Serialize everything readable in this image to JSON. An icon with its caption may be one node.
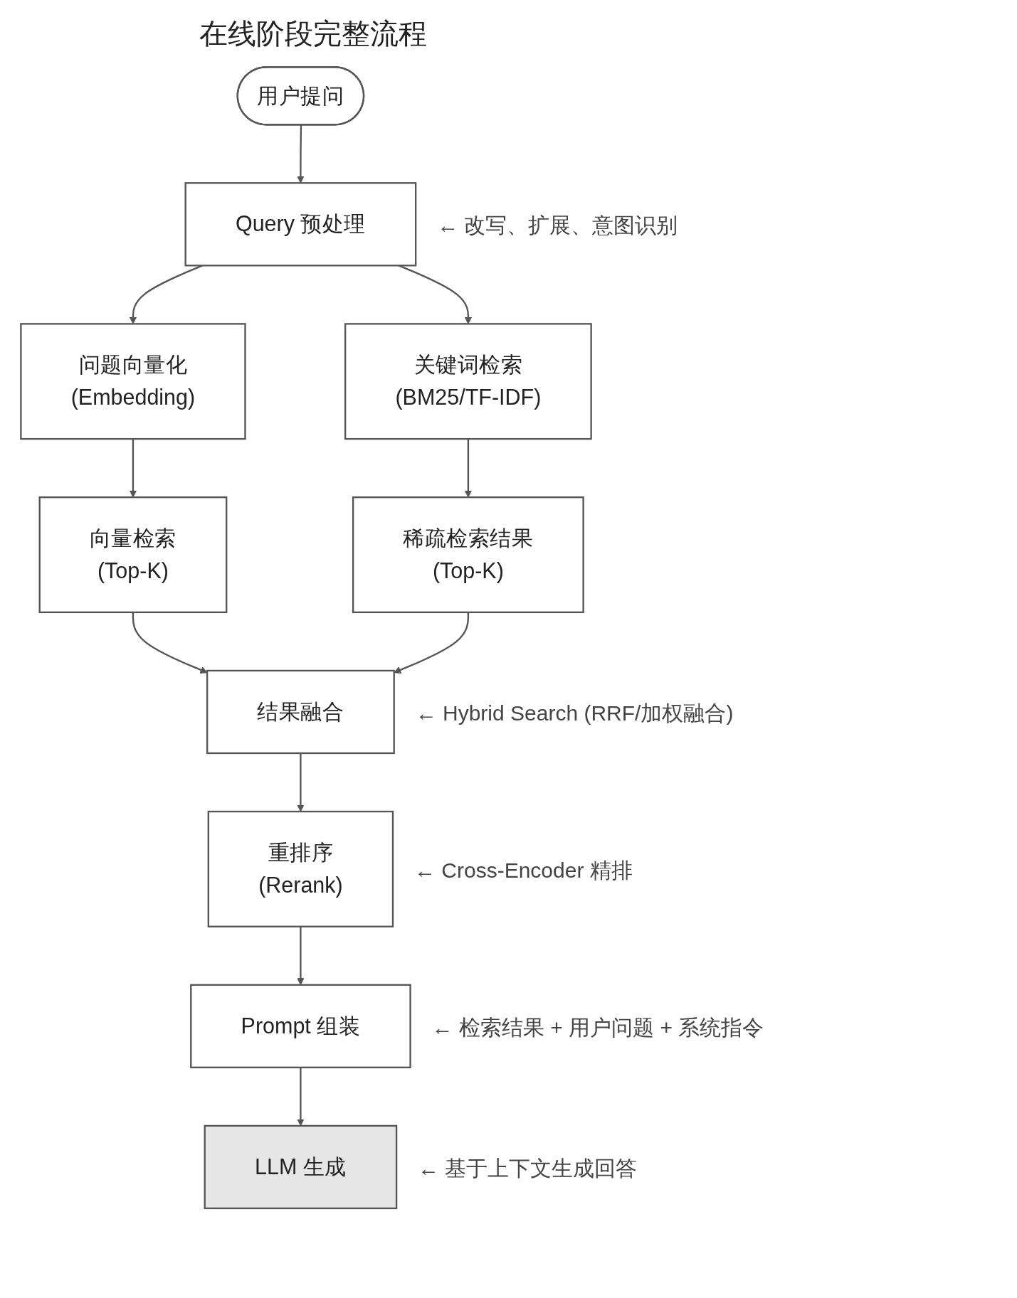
{
  "diagram": {
    "title": "在线阶段完整流程",
    "nodes": [
      {
        "text": [
          "用户提问"
        ]
      },
      {
        "text": [
          "Query 预处理"
        ],
        "beside": [
          "← 改写、扩展、意图识别"
        ]
      },
      {
        "text": [
          "问题向量化",
          "(Embedding)"
        ]
      },
      {
        "text": [
          "关键词检索",
          "(BM25/TF-IDF)"
        ]
      },
      {
        "text": [
          "向量检索",
          "(Top-K)"
        ]
      },
      {
        "text": [
          "稀疏检索结果",
          "(Top-K)"
        ]
      },
      {
        "text": [
          "结果融合"
        ],
        "beside": [
          "← Hybrid Search (RRF/加权融合)"
        ]
      },
      {
        "text": [
          "重排序",
          "(Rerank)"
        ],
        "beside": [
          "← Cross-Encoder 精排"
        ]
      },
      {
        "text": [
          "Prompt 组装"
        ],
        "beside": [
          "← 检索结果 + 用户问题 + 系统指令"
        ]
      },
      {
        "text": [
          "LLM 生成"
        ],
        "beside": [
          "← 基于上下文生成回答"
        ]
      }
    ],
    "edges": [
      {
        "from": 0,
        "to": 1,
        "arrow": "to"
      },
      {
        "from": 1,
        "to": 2,
        "arrow": "to"
      },
      {
        "from": 1,
        "to": 3,
        "arrow": "to"
      },
      {
        "from": 2,
        "to": 4,
        "arrow": "to"
      },
      {
        "from": 3,
        "to": 5,
        "arrow": "to"
      },
      {
        "from": 4,
        "to": 6,
        "arrow": "to"
      },
      {
        "from": 5,
        "to": 6,
        "arrow": "to"
      },
      {
        "from": 6,
        "to": 7,
        "arrow": "to"
      },
      {
        "from": 7,
        "to": 8,
        "arrow": "to"
      },
      {
        "from": 8,
        "to": 9,
        "arrow": "to"
      }
    ]
  }
}
